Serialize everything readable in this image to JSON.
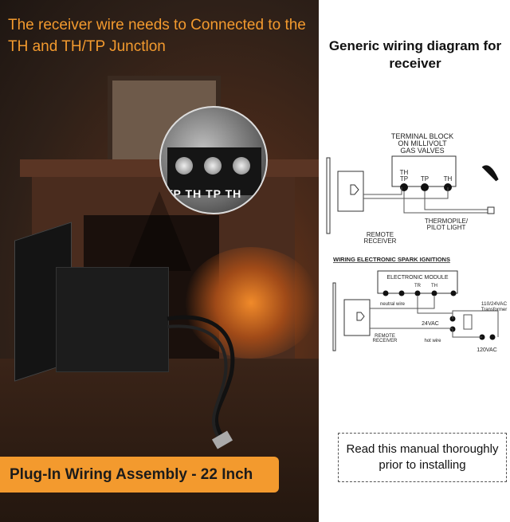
{
  "left_panel": {
    "headline": "The receiver wire needs to Connected to the TH and TH/TP Junctlon",
    "terminal_labels": "TP TH TP TH",
    "plug_label": "Plug-In Wiring Assembly - 22 Inch",
    "accent_color": "#f39a2e"
  },
  "right_panel": {
    "title": "Generic wiring diagram for receiver",
    "diagram1": {
      "terminal_block": [
        "TERMINAL BLOCK",
        "ON MILLIVOLT",
        "GAS VALVES"
      ],
      "th": "TH",
      "tp": "TP",
      "thtp_top": "TH",
      "thtp_bottom": "TP",
      "thermopile": [
        "THERMOPILE/",
        "PILOT LIGHT"
      ],
      "remote_receiver": [
        "REMOTE",
        "RECEIVER"
      ]
    },
    "diagram2": {
      "heading": "WIRING ELECTRONIC SPARK IGNITIONS",
      "module": "ELECTRONIC MODULE",
      "tr": "TR",
      "th": "TH",
      "neutral": "neutral wire",
      "transformer": [
        "110/24VAC",
        "Transformer"
      ],
      "v24": "24VAC",
      "hot": "hot wire",
      "remote_receiver": [
        "REMOTE",
        "RECEIVER"
      ],
      "v120": "120VAC"
    },
    "note": [
      "Read this manual thoroughly",
      "prior to installing"
    ]
  }
}
